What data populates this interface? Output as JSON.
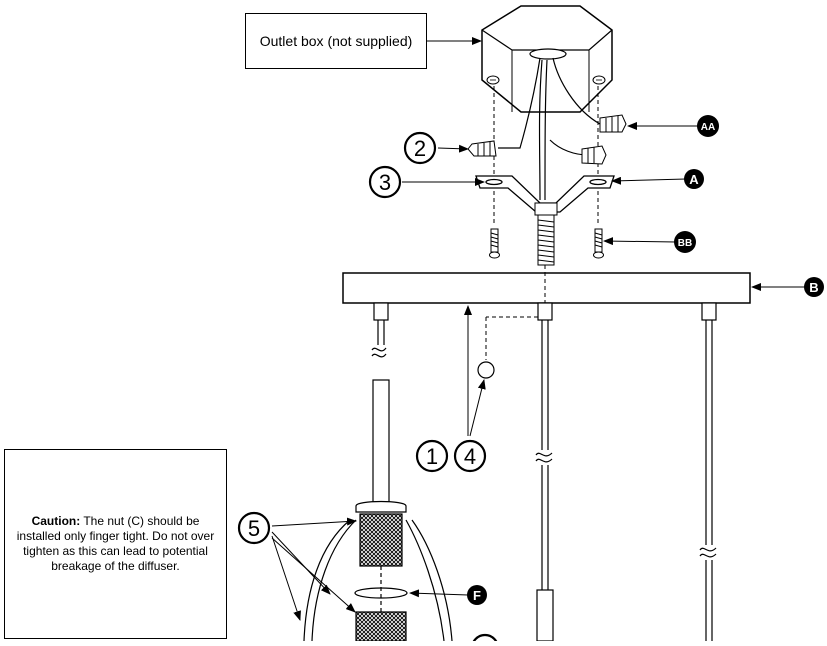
{
  "outlet_box_label": "Outlet box (not supplied)",
  "caution": {
    "title": "Caution:",
    "text": " The nut (C) should be installed only finger tight. Do not over tighten as this can lead to potential breakage of the diffuser."
  },
  "step_numbers": {
    "step1": "1",
    "step2": "2",
    "step3": "3",
    "step4": "4",
    "step5": "5"
  },
  "part_labels": {
    "AA": "AA",
    "A": "A",
    "BB": "BB",
    "B": "B",
    "F": "F"
  }
}
